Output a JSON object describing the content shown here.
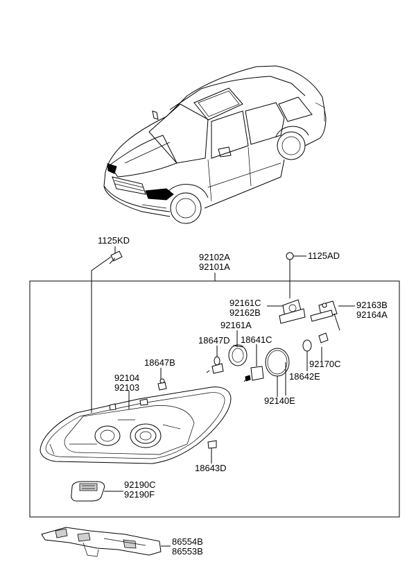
{
  "parts": [
    {
      "key": "p1125kd",
      "lines": [
        "1125KD"
      ]
    },
    {
      "key": "p92102a",
      "lines": [
        "92102A",
        "92101A"
      ]
    },
    {
      "key": "p1125ad",
      "lines": [
        "1125AD"
      ]
    },
    {
      "key": "p92161c",
      "lines": [
        "92161C",
        "92162B"
      ]
    },
    {
      "key": "p92163b",
      "lines": [
        "92163B",
        "92164A"
      ]
    },
    {
      "key": "p92161a",
      "lines": [
        "92161A"
      ]
    },
    {
      "key": "p18647d",
      "lines": [
        "18647D"
      ]
    },
    {
      "key": "p18641c",
      "lines": [
        "18641C"
      ]
    },
    {
      "key": "p92170c",
      "lines": [
        "92170C"
      ]
    },
    {
      "key": "p18647b",
      "lines": [
        "18647B"
      ]
    },
    {
      "key": "p18642e",
      "lines": [
        "18642E"
      ]
    },
    {
      "key": "p92104",
      "lines": [
        "92104",
        "92103"
      ]
    },
    {
      "key": "p92140e",
      "lines": [
        "92140E"
      ]
    },
    {
      "key": "p18643d",
      "lines": [
        "18643D"
      ]
    },
    {
      "key": "p92190c",
      "lines": [
        "92190C",
        "92190F"
      ]
    },
    {
      "key": "p86554b",
      "lines": [
        "86554B",
        "86553B"
      ]
    }
  ]
}
